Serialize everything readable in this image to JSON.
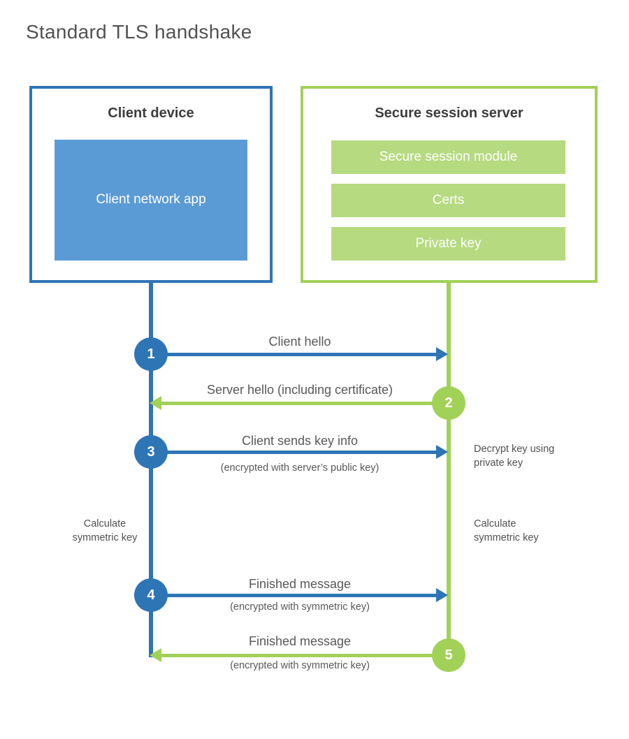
{
  "title": "Standard TLS handshake",
  "colors": {
    "blue": "#2e75b6",
    "blue_fill": "#5b9bd5",
    "green": "#a2d158",
    "green_fill": "#b6da80"
  },
  "client": {
    "title": "Client device",
    "app": "Client network app"
  },
  "server": {
    "title": "Secure session server",
    "modules": [
      "Secure session module",
      "Certs",
      "Private key"
    ]
  },
  "steps": [
    {
      "num": "1",
      "actor": "client",
      "direction": "right",
      "label": "Client hello",
      "sub": ""
    },
    {
      "num": "2",
      "actor": "server",
      "direction": "left",
      "label": "Server hello (including certificate)",
      "sub": ""
    },
    {
      "num": "3",
      "actor": "client",
      "direction": "right",
      "label": "Client sends key info",
      "sub": "(encrypted with server’s public key)"
    },
    {
      "num": "4",
      "actor": "client",
      "direction": "right",
      "label": "Finished message",
      "sub": "(encrypted with symmetric key)"
    },
    {
      "num": "5",
      "actor": "server",
      "direction": "left",
      "label": "Finished message",
      "sub": "(encrypted with symmetric key)"
    }
  ],
  "notes": {
    "decrypt": "Decrypt key using\nprivate key",
    "calc_client": "Calculate\nsymmetric key",
    "calc_server": "Calculate\nsymmetric key"
  }
}
